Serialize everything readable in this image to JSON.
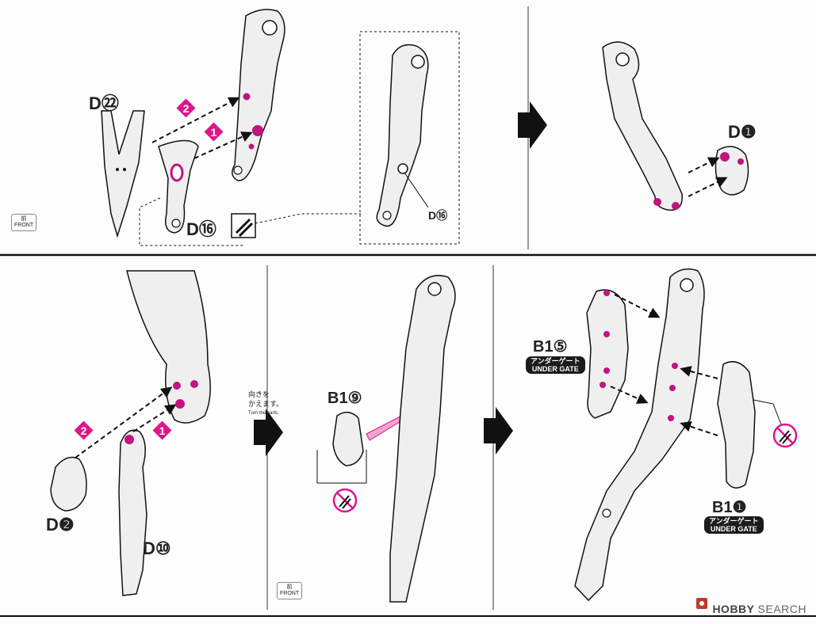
{
  "labels": {
    "d22": "D㉒",
    "d16": "D⑯",
    "d16_inset": "D⑯",
    "d1": "D❶",
    "d2": "D❷",
    "d10": "D⑩",
    "b19": "B1⑨",
    "b15": "B1⑤",
    "b11": "B1❶"
  },
  "steps": {
    "one": "1",
    "two": "2"
  },
  "under_gate": {
    "jp": "アンダーゲート",
    "en": "UNDER GATE"
  },
  "turn_note": {
    "jp": "向きを\nかえます。",
    "en": "Turn the parts."
  },
  "front_tag": {
    "jp": "前",
    "en": "FRONT"
  },
  "watermark": {
    "brand": "HOBBY",
    "sub": "SEARCH"
  },
  "colors": {
    "accent": "#e0148c",
    "peg": "#c2137f",
    "line": "#111111",
    "part_fill": "#efefef"
  }
}
